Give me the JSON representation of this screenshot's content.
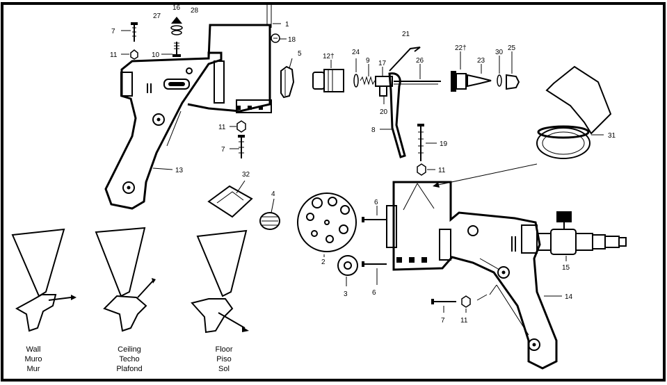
{
  "callouts": {
    "c1": "1",
    "c2": "2",
    "c3": "3",
    "c4": "4",
    "c5": "5",
    "c6a": "6",
    "c6b": "6",
    "c7a": "7",
    "c7b": "7",
    "c7c": "7",
    "c8": "8",
    "c9": "9",
    "c10": "10",
    "c11a": "11",
    "c11b": "11",
    "c11c": "11",
    "c11d": "11",
    "c12": "12†",
    "c13": "13",
    "c14": "14",
    "c15": "15",
    "c16": "16",
    "c17": "17",
    "c18": "18",
    "c19": "19",
    "c20": "20",
    "c21": "21",
    "c22": "22†",
    "c23": "23",
    "c24": "24",
    "c25": "25",
    "c26": "26",
    "c27": "27",
    "c28": "28",
    "c30": "30",
    "c31": "31",
    "c32": "32"
  },
  "orientations": {
    "wall": [
      "Wall",
      "Muro",
      "Mur"
    ],
    "ceiling": [
      "Ceiling",
      "Techo",
      "Plafond"
    ],
    "floor": [
      "Floor",
      "Piso",
      "Sol"
    ]
  }
}
